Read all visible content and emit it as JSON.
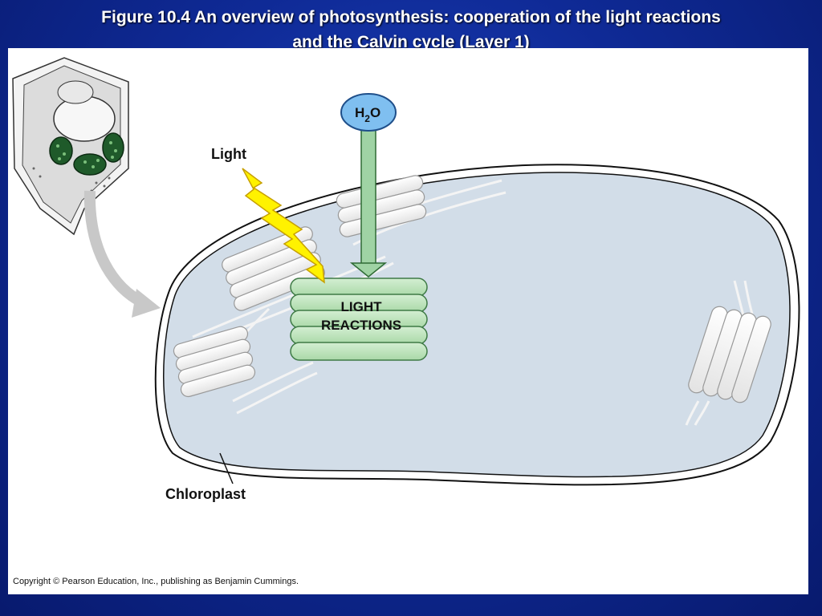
{
  "slide": {
    "title_line1": "Figure 10.4  An overview of photosynthesis: cooperation of the light reactions",
    "title_line2": "and the Calvin cycle (Layer 1)"
  },
  "diagram": {
    "water_label_main": "H",
    "water_label_sub": "2",
    "water_label_end": "O",
    "light_label": "Light",
    "reactions_line1": "LIGHT",
    "reactions_line2": "REACTIONS",
    "chloroplast_label": "Chloroplast"
  },
  "colors": {
    "background": "#0f2a96",
    "stroma": "#d2dde8",
    "thylakoid_green": "#bfe3bf",
    "water_circle": "#7fbff0",
    "water_arrow": "#9fd3a4",
    "light_bolt": "#fff200"
  },
  "copyright": "Copyright © Pearson Education, Inc., publishing as Benjamin Cummings."
}
